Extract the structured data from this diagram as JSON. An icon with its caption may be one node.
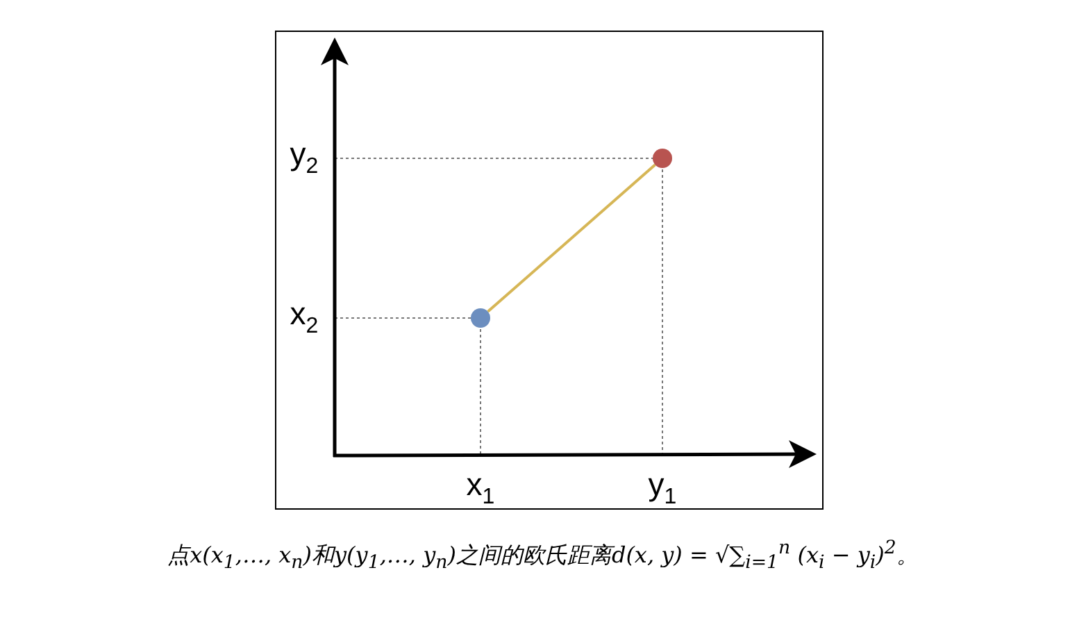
{
  "diagram": {
    "caption": "点x(x$_{1}$,…, x$_{n}$)和y(y$_{1}$,…, y$_{n}$)之间的欧氏距离d(x, y) = √∑$_{i=1}$$^{n}$ (x$_{i}$ − y$_{i}$)$^{2}$。",
    "nodes": [
      {
        "text": [],
        "shape": "circle"
      },
      {
        "text": [],
        "shape": "circle"
      }
    ],
    "edges": [
      {
        "from": 0,
        "to": 1,
        "arrow": "none",
        "color": "#d6b656"
      }
    ],
    "labels": [
      "y$_{2}$",
      "x$_{2}$",
      "x$_{1}$",
      "y$_{1}$"
    ]
  }
}
